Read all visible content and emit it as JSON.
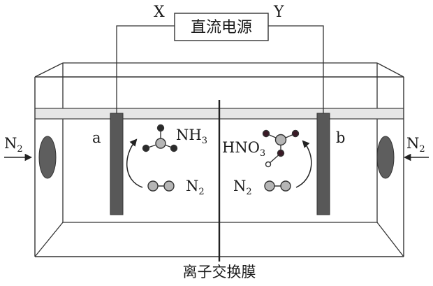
{
  "power": {
    "label": "直流电源",
    "terminal_left": "X",
    "terminal_right": "Y"
  },
  "electrodes": {
    "left": "a",
    "right": "b"
  },
  "gas_in_left": {
    "main": "N",
    "sub": "2"
  },
  "gas_in_right": {
    "main": "N",
    "sub": "2"
  },
  "left_product": {
    "main": "NH",
    "sub": "3"
  },
  "right_product": {
    "main": "HNO",
    "sub": "3"
  },
  "left_reactant": {
    "main": "N",
    "sub": "2"
  },
  "right_reactant": {
    "main": "N",
    "sub": "2"
  },
  "membrane_label": "离子交换膜",
  "colors": {
    "stroke": "#333333",
    "electrode": "#585858",
    "window": "#5e5e5e",
    "atom_dark": "#2b2b2b",
    "atom_light": "#b5b5b5",
    "atom_red": "#3a1a26"
  }
}
